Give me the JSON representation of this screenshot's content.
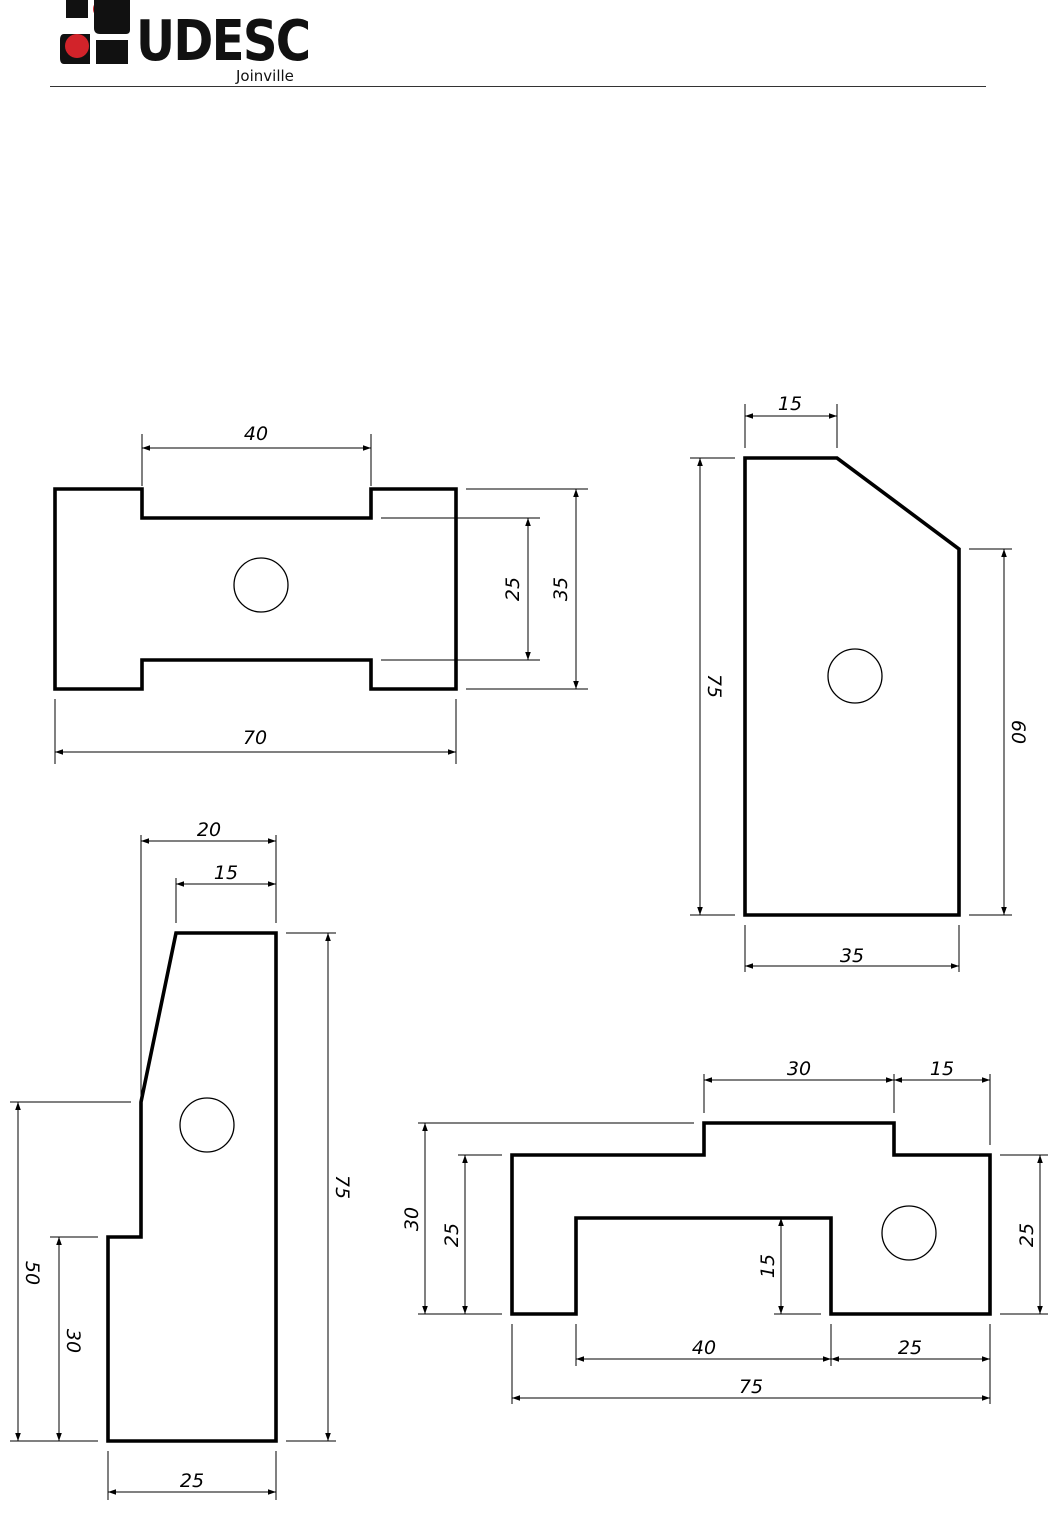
{
  "header": {
    "logo_text": "UDESC",
    "logo_subtext": "Joinville",
    "colors": {
      "logo_red": "#d2232a",
      "logo_black": "#111111"
    }
  },
  "views": {
    "top_view": {
      "dims": {
        "d40": "40",
        "d70": "70",
        "d25": "25",
        "d35": "35"
      }
    },
    "side_view": {
      "dims": {
        "d15": "15",
        "d75": "75",
        "d60": "60",
        "d35": "35"
      }
    },
    "front_view": {
      "dims": {
        "d20": "20",
        "d15": "15",
        "d50": "50",
        "d30": "30",
        "d75": "75",
        "d25": "25"
      }
    },
    "bottom_view": {
      "dims": {
        "d30a": "30",
        "d15a": "15",
        "d30b": "30",
        "d25a": "25",
        "d15b": "15",
        "d25b": "25",
        "d40": "40",
        "d25c": "25",
        "d75": "75"
      }
    }
  }
}
